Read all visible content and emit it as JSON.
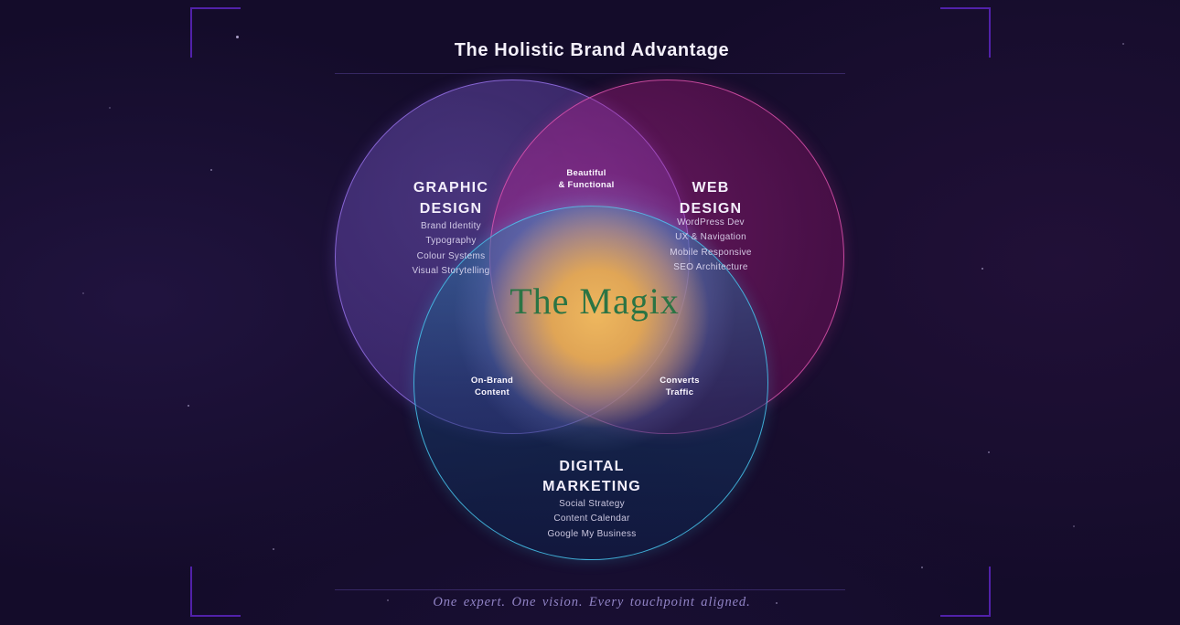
{
  "title": "The Holistic Brand Advantage",
  "tagline": "One expert. One vision. Every touchpoint aligned.",
  "center_label": "The Magix",
  "circles": [
    {
      "name": "Graphic Design",
      "heading_lines": [
        "GRAPHIC",
        "DESIGN"
      ],
      "items": [
        "Brand Identity",
        "Typography",
        "Colour Systems",
        "Visual Storytelling"
      ],
      "border_color": "#a078f5",
      "fill_color": "#6e50b9"
    },
    {
      "name": "Web Design",
      "heading_lines": [
        "WEB",
        "DESIGN"
      ],
      "items": [
        "WordPress Dev",
        "UX & Navigation",
        "Mobile Responsive",
        "SEO Architecture"
      ],
      "border_color": "#e456b2",
      "fill_color": "#b0217c"
    },
    {
      "name": "Digital Marketing",
      "heading_lines": [
        "DIGITAL",
        "MARKETING"
      ],
      "items": [
        "Social Strategy",
        "Content Calendar",
        "Google My Business"
      ],
      "border_color": "#48c5ee",
      "fill_color": "#2d82af"
    }
  ],
  "intersections": [
    {
      "between": "graphic-design + web-design",
      "lines": [
        "Beautiful",
        "& Functional"
      ]
    },
    {
      "between": "graphic-design + digital-marketing",
      "lines": [
        "On-Brand",
        "Content"
      ]
    },
    {
      "between": "web-design + digital-marketing",
      "lines": [
        "Converts",
        "Traffic"
      ]
    }
  ],
  "colors": {
    "background": "#140c2a",
    "frame_accent": "#5c25c0",
    "center_glow": "#e8b45c",
    "center_text_green": "#2b7444",
    "tagline_text": "#9184c6"
  }
}
